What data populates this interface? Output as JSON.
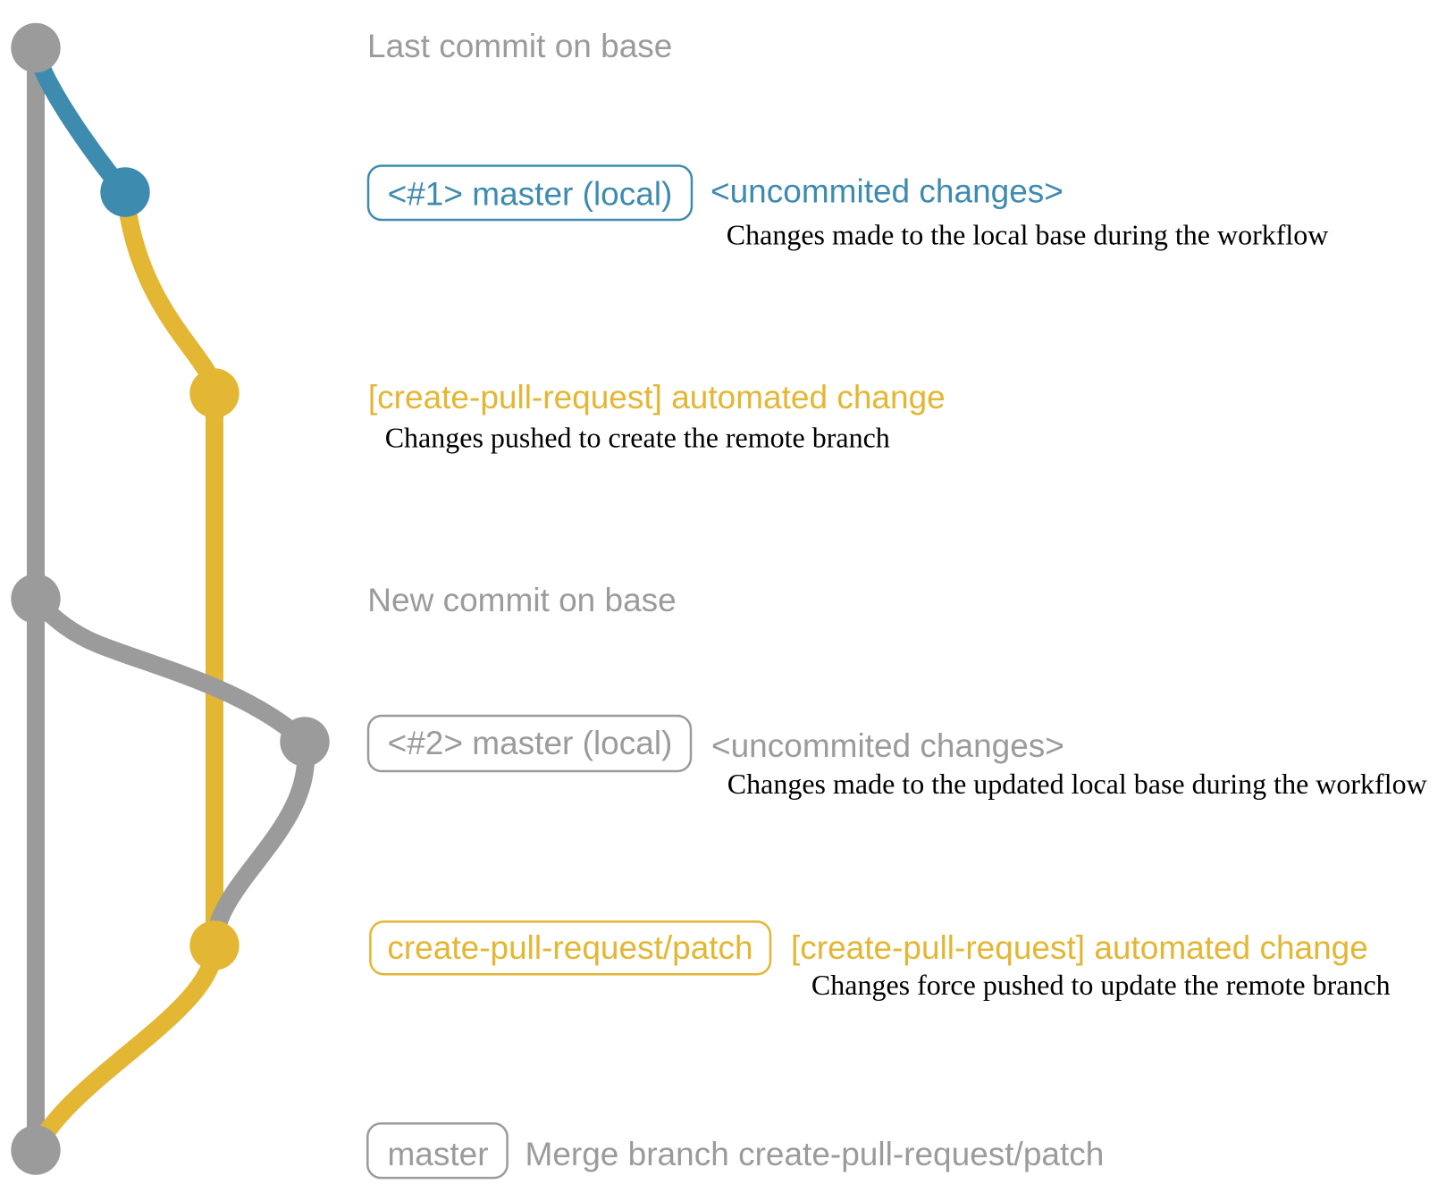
{
  "colors": {
    "gray": "#9b9b9b",
    "blue": "#3e8bb0",
    "yellow": "#e3b633",
    "black": "#000000"
  },
  "commits": [
    {
      "id": "c1",
      "message": "Last commit on base"
    },
    {
      "id": "c2",
      "badge": "<#1> master (local)",
      "note": "<uncommited changes>",
      "description": "Changes made to the local base during the workflow"
    },
    {
      "id": "c3",
      "message": "[create-pull-request] automated change",
      "description": "Changes pushed to create the remote branch"
    },
    {
      "id": "c4",
      "message": "New commit on base"
    },
    {
      "id": "c5",
      "badge": "<#2> master (local)",
      "note": "<uncommited changes>",
      "description": "Changes made to the updated local base during the workflow"
    },
    {
      "id": "c6",
      "badge": "create-pull-request/patch",
      "message": "[create-pull-request] automated change",
      "description": "Changes force pushed to update the remote branch"
    },
    {
      "id": "c7",
      "badge": "master",
      "message": "Merge branch create-pull-request/patch"
    }
  ]
}
